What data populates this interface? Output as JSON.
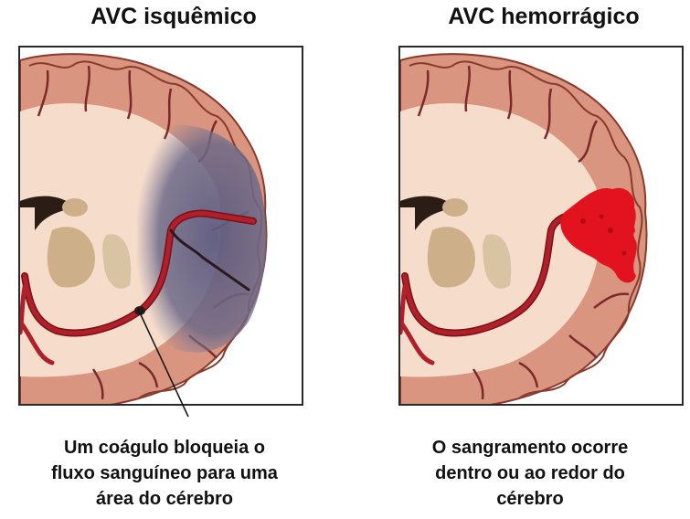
{
  "panels": [
    {
      "title": "AVC isquêmico",
      "caption_lines": [
        "Um coágulo bloqueia o",
        "fluxo sanguíneo para uma",
        "área do cérebro"
      ]
    },
    {
      "title": "AVC hemorrágico",
      "caption_lines": [
        "O sangramento ocorre",
        "dentro ou ao redor do",
        "cérebro"
      ]
    }
  ],
  "colors": {
    "brain_outer": "#d9957f",
    "brain_inner": "#f6dccb",
    "sulcus": "#7a2a2a",
    "artery": "#b0202a",
    "ischemic_region": "#6e6a88",
    "hemorrhage": "#e3121f",
    "deep_nuclei": "#cdb08a",
    "ventricle": "#2b1c16"
  }
}
